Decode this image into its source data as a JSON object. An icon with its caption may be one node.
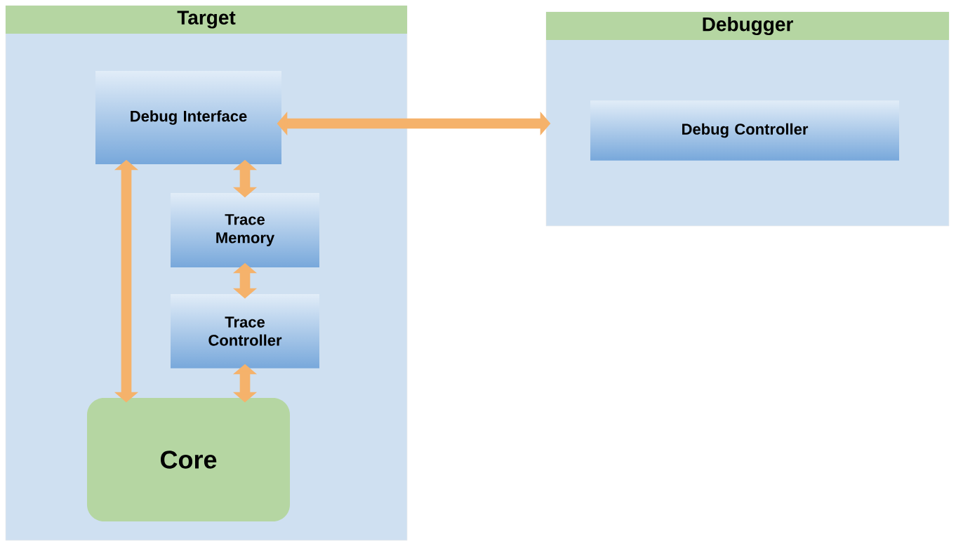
{
  "diagram": {
    "nodes": [
      {
        "text": [
          "Target"
        ]
      },
      {
        "text": [
          "Debug Interface"
        ],
        "in": 0
      },
      {
        "text": [
          "Trace Memory"
        ],
        "in": 0
      },
      {
        "text": [
          "Trace Controller"
        ],
        "in": 0
      },
      {
        "text": [
          "Core"
        ],
        "in": 0
      },
      {
        "text": [
          "Debugger"
        ]
      },
      {
        "text": [
          "Debug Controller"
        ],
        "in": 5
      }
    ],
    "edges": [
      {
        "from": 1,
        "to": 5,
        "arrow": "both"
      },
      {
        "from": 1,
        "to": 2,
        "arrow": "both"
      },
      {
        "from": 2,
        "to": 3,
        "arrow": "both"
      },
      {
        "from": 3,
        "to": 4,
        "arrow": "both"
      },
      {
        "from": 1,
        "to": 4,
        "arrow": "both"
      }
    ]
  }
}
